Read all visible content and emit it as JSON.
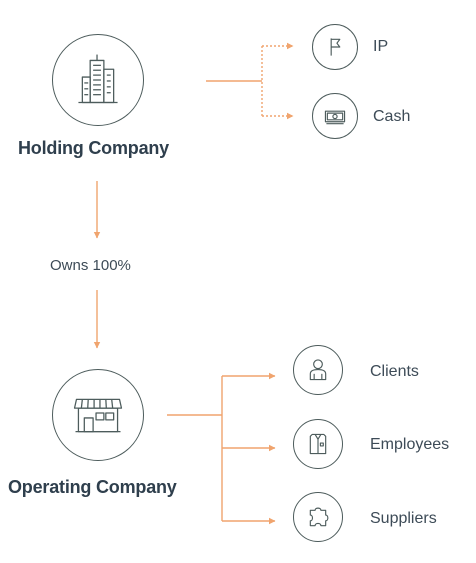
{
  "colors": {
    "connector": "#f0a46e",
    "outline": "#4d5c5c",
    "text": "#2f3f4d"
  },
  "holding": {
    "label": "Holding Company",
    "icon": "building-icon"
  },
  "relationship": {
    "label": "Owns 100%"
  },
  "operating": {
    "label": "Operating Company",
    "icon": "storefront-icon"
  },
  "holding_assets": [
    {
      "label": "IP",
      "icon": "flag-icon"
    },
    {
      "label": "Cash",
      "icon": "banknote-icon"
    }
  ],
  "operating_relations": [
    {
      "label": "Clients",
      "icon": "person-icon"
    },
    {
      "label": "Employees",
      "icon": "shirt-icon"
    },
    {
      "label": "Suppliers",
      "icon": "puzzle-icon"
    }
  ]
}
